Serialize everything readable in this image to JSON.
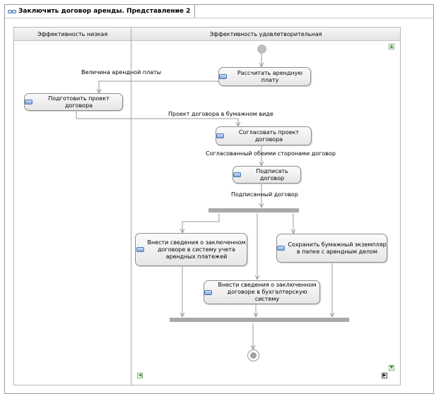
{
  "window": {
    "title": "Заключить договор аренды. Представление 2",
    "icon": "diagram-icon"
  },
  "lanes": [
    {
      "label": "Эффективность низкая"
    },
    {
      "label": "Эффективность удовлетворительная"
    }
  ],
  "nodes": {
    "calc_rent": "Рассчитать арендную плату",
    "prepare_draft": "Подготовить проект договора",
    "approve_draft": "Согласовать проект договора",
    "sign": "Подписать договор",
    "record_rent_system_line1": "Внести сведения о заключенном",
    "record_rent_system_line2": "договоре в систему учета",
    "record_rent_system_line3": "арендных платежей",
    "save_paper_line1": "Сохранить бумажный экземпляр",
    "save_paper_line2": "в папке с арендным делом",
    "record_accounting_line1": "Внести сведения о заключенном",
    "record_accounting_line2": "договоре в бухгалтерскую систему"
  },
  "flow_labels": {
    "rent_amount": "Величина арендной платы",
    "paper_draft": "Проект договора в бумажном виде",
    "agreed_contract": "Согласованный обеими сторонами договор",
    "signed_contract": "Подписанный договор"
  },
  "icons": {
    "activity": "activity-icon",
    "start": "initial-node",
    "end": "final-node",
    "scroll_up": "scroll-up-icon",
    "scroll_down": "scroll-down-icon",
    "scroll_left": "scroll-left-icon",
    "scroll_right": "scroll-right-icon"
  }
}
